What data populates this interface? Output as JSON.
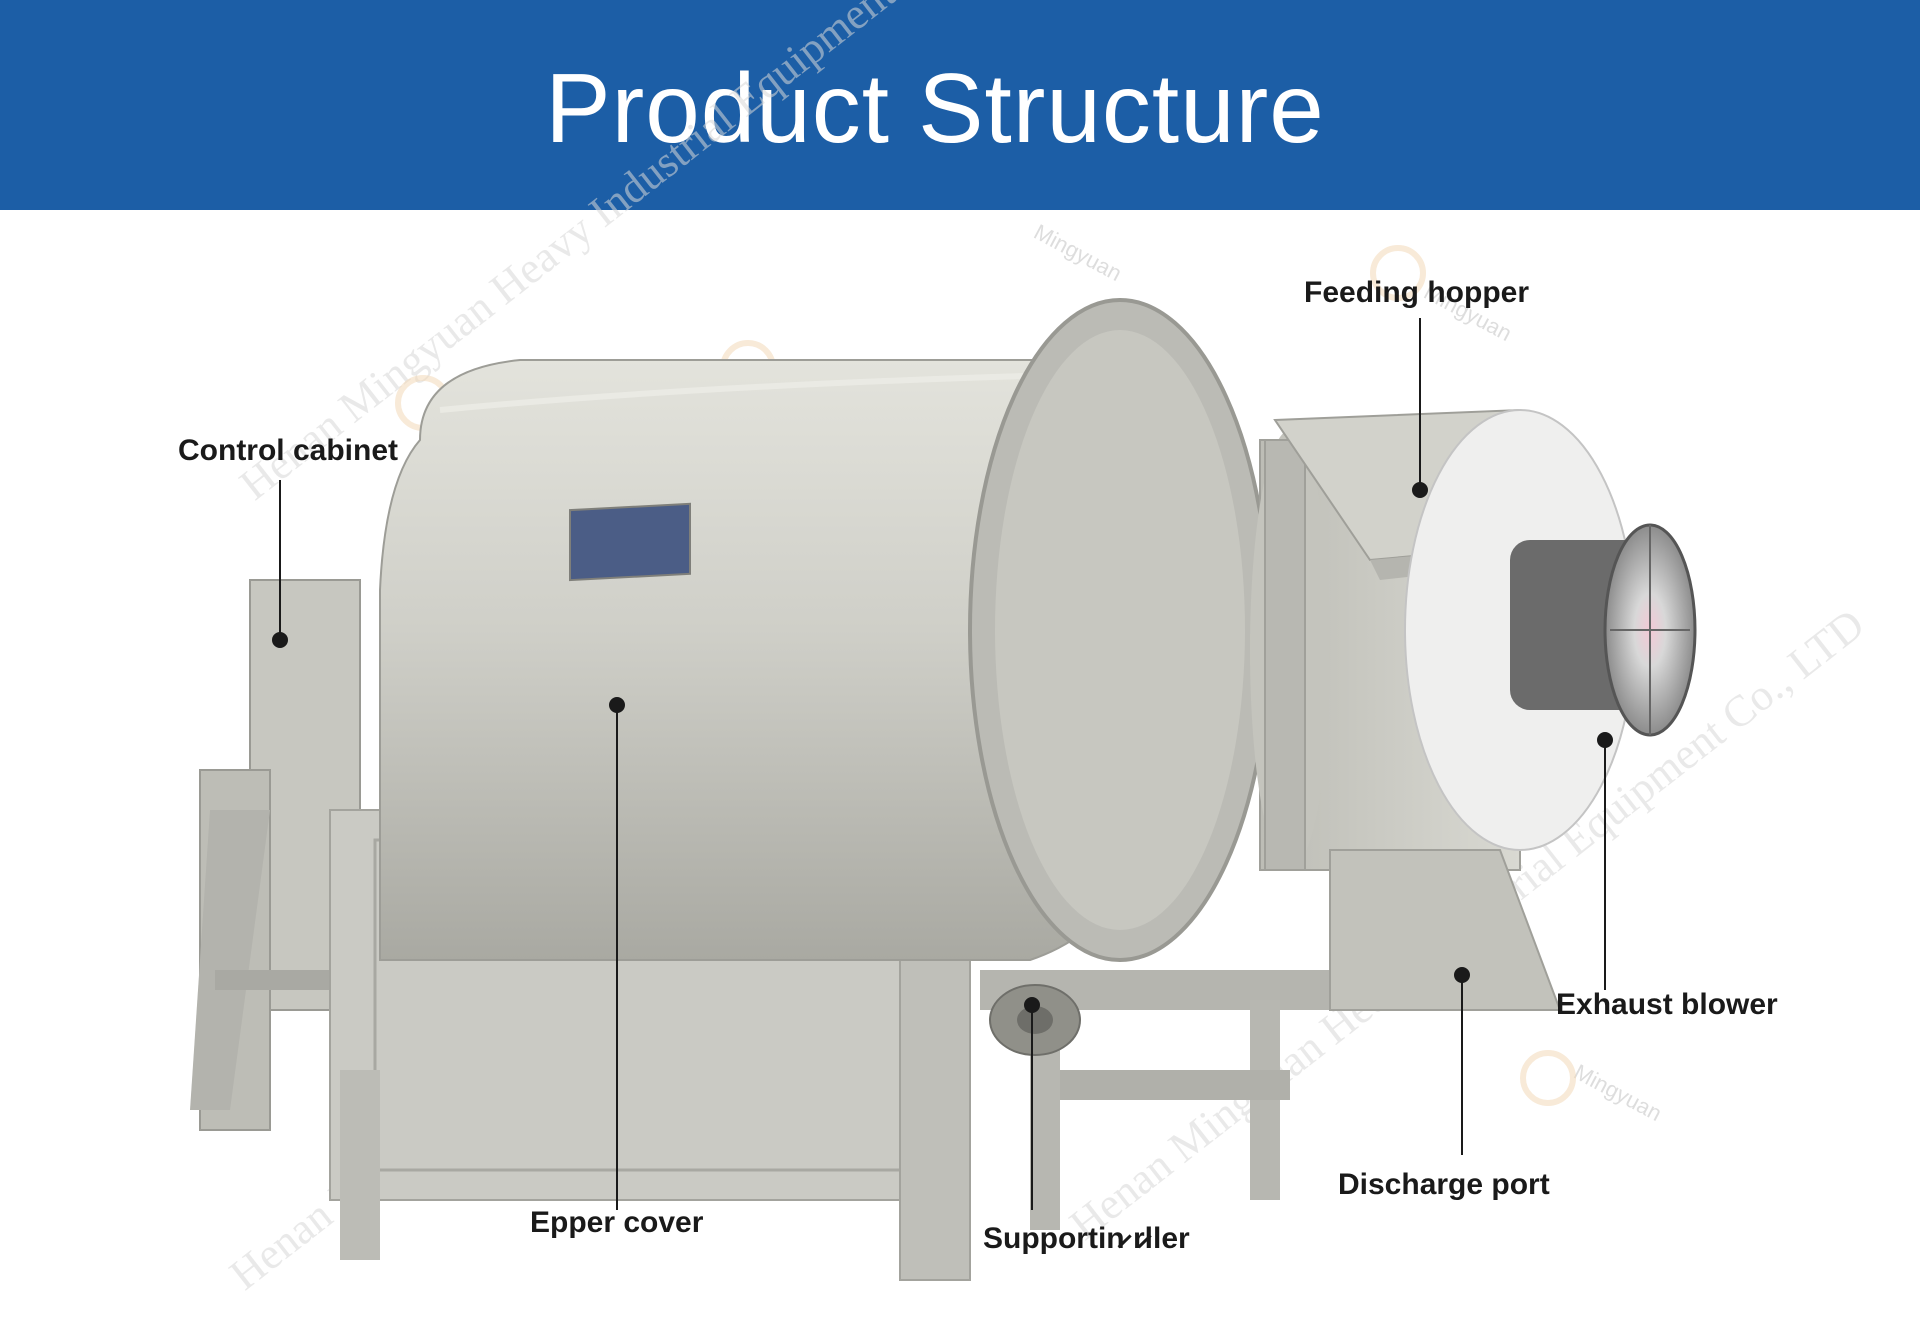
{
  "header": {
    "title": "Product Structure",
    "background_color": "#1c5ea6"
  },
  "labels": {
    "feeding_hopper": "Feeding hopper",
    "control_cabinet": "Control cabinet",
    "upper_cover": "Eрper cover",
    "supporting_roller": "Supportin̷ r̷ller",
    "discharge_port": "Discharge port",
    "exhaust_blower": "Exhaust blower"
  },
  "watermark": {
    "company": "Henan Mingyuan Heavy Industrial Equipment Co., LTD",
    "brand": "Mingyuan"
  },
  "colors": {
    "machine_body": "#c9c9c2",
    "machine_shadow": "#a9a9a2",
    "frame": "#bdbdb8",
    "leader_line": "#1a1a1a"
  }
}
